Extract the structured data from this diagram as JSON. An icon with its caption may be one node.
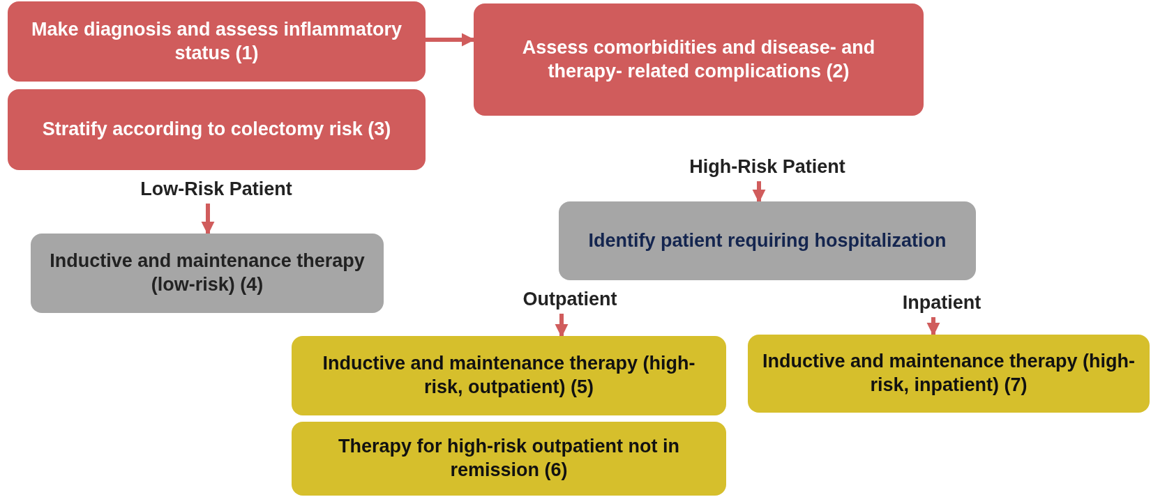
{
  "diagram": {
    "nodes": [
      {
        "text": [
          "Make diagnosis and assess inflammatory status (1)"
        ]
      },
      {
        "text": [
          "Assess comorbidities and disease- and therapy- related complications (2)"
        ]
      },
      {
        "text": [
          "Stratify according to colectomy risk (3)"
        ]
      },
      {
        "text": [
          "Low-Risk Patient"
        ]
      },
      {
        "text": [
          "Inductive and maintenance therapy (low-risk) (4)"
        ]
      },
      {
        "text": [
          "High-Risk Patient"
        ]
      },
      {
        "text": [
          "Identify patient requiring hospitalization"
        ]
      },
      {
        "text": [
          "Outpatient"
        ]
      },
      {
        "text": [
          "Inpatient"
        ]
      },
      {
        "text": [
          "Inductive and maintenance therapy (high-risk, outpatient) (5)"
        ]
      },
      {
        "text": [
          "Therapy for high-risk outpatient not in remission (6)"
        ]
      },
      {
        "text": [
          "Inductive and maintenance therapy (high-risk, inpatient) (7)"
        ]
      }
    ],
    "edges": [
      {
        "from": 0,
        "to": 1,
        "arrow": "to"
      },
      {
        "from": 3,
        "to": 4,
        "arrow": "to"
      },
      {
        "from": 5,
        "to": 6,
        "arrow": "to"
      },
      {
        "from": 7,
        "to": 9,
        "arrow": "to"
      },
      {
        "from": 8,
        "to": 11,
        "arrow": "to"
      }
    ]
  }
}
